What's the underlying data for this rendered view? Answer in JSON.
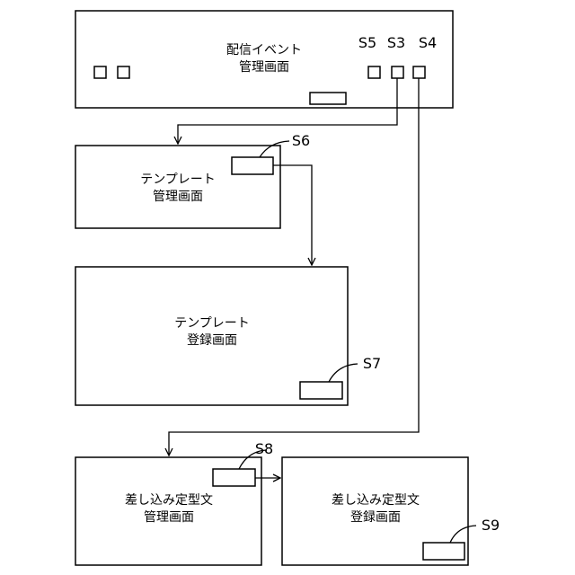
{
  "screens": {
    "event_management": {
      "title_line1": "配信イベント",
      "title_line2": "管理画面"
    },
    "template_management": {
      "title_line1": "テンプレート",
      "title_line2": "管理画面"
    },
    "template_registration": {
      "title_line1": "テンプレート",
      "title_line2": "登録画面"
    },
    "phrase_management": {
      "title_line1": "差し込み定型文",
      "title_line2": "管理画面"
    },
    "phrase_registration": {
      "title_line1": "差し込み定型文",
      "title_line2": "登録画面"
    }
  },
  "steps": {
    "s3": "S3",
    "s4": "S4",
    "s5": "S5",
    "s6": "S6",
    "s7": "S7",
    "s8": "S8",
    "s9": "S9"
  }
}
